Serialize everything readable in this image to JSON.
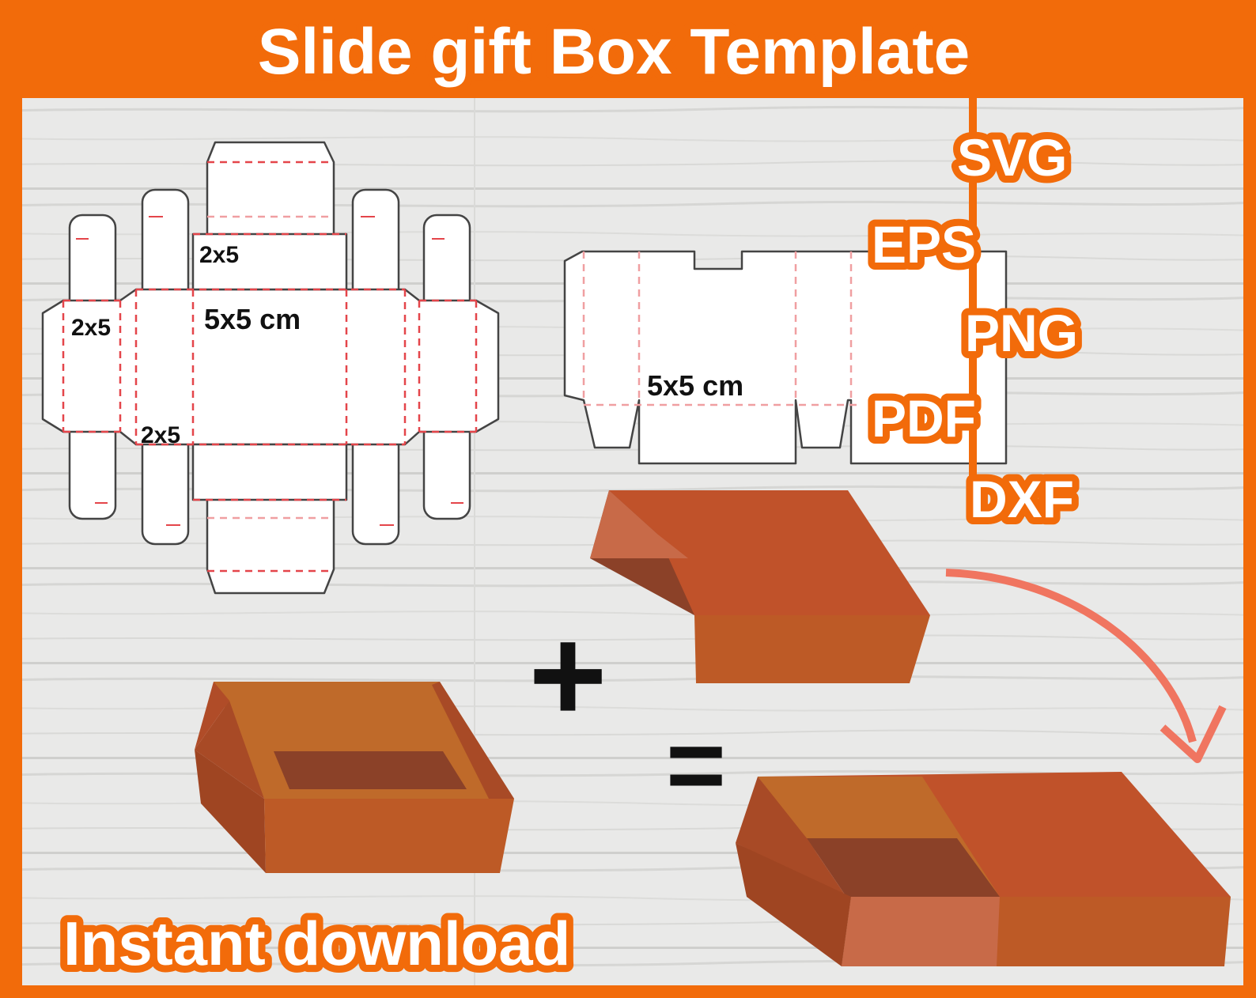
{
  "title": "Slide gift Box Template",
  "formats": [
    "SVG",
    "EPS",
    "PNG",
    "PDF",
    "DXF"
  ],
  "tray_net": {
    "main_dimension": "5x5 cm",
    "side_label_top": "2x5",
    "side_label_left": "2x5",
    "side_label_bottom": "2x5"
  },
  "sleeve_net": {
    "main_dimension": "5x5 cm"
  },
  "operators": {
    "plus": "+",
    "equals": "="
  },
  "footer": {
    "cta": "Instant download"
  },
  "colors": {
    "brand_orange": "#f26b0a",
    "box_orange": "#c0522a",
    "box_light": "#bf6a2a",
    "box_dark": "#8b4128",
    "arrow": "#f07560",
    "fold_line": "#e4454a"
  }
}
